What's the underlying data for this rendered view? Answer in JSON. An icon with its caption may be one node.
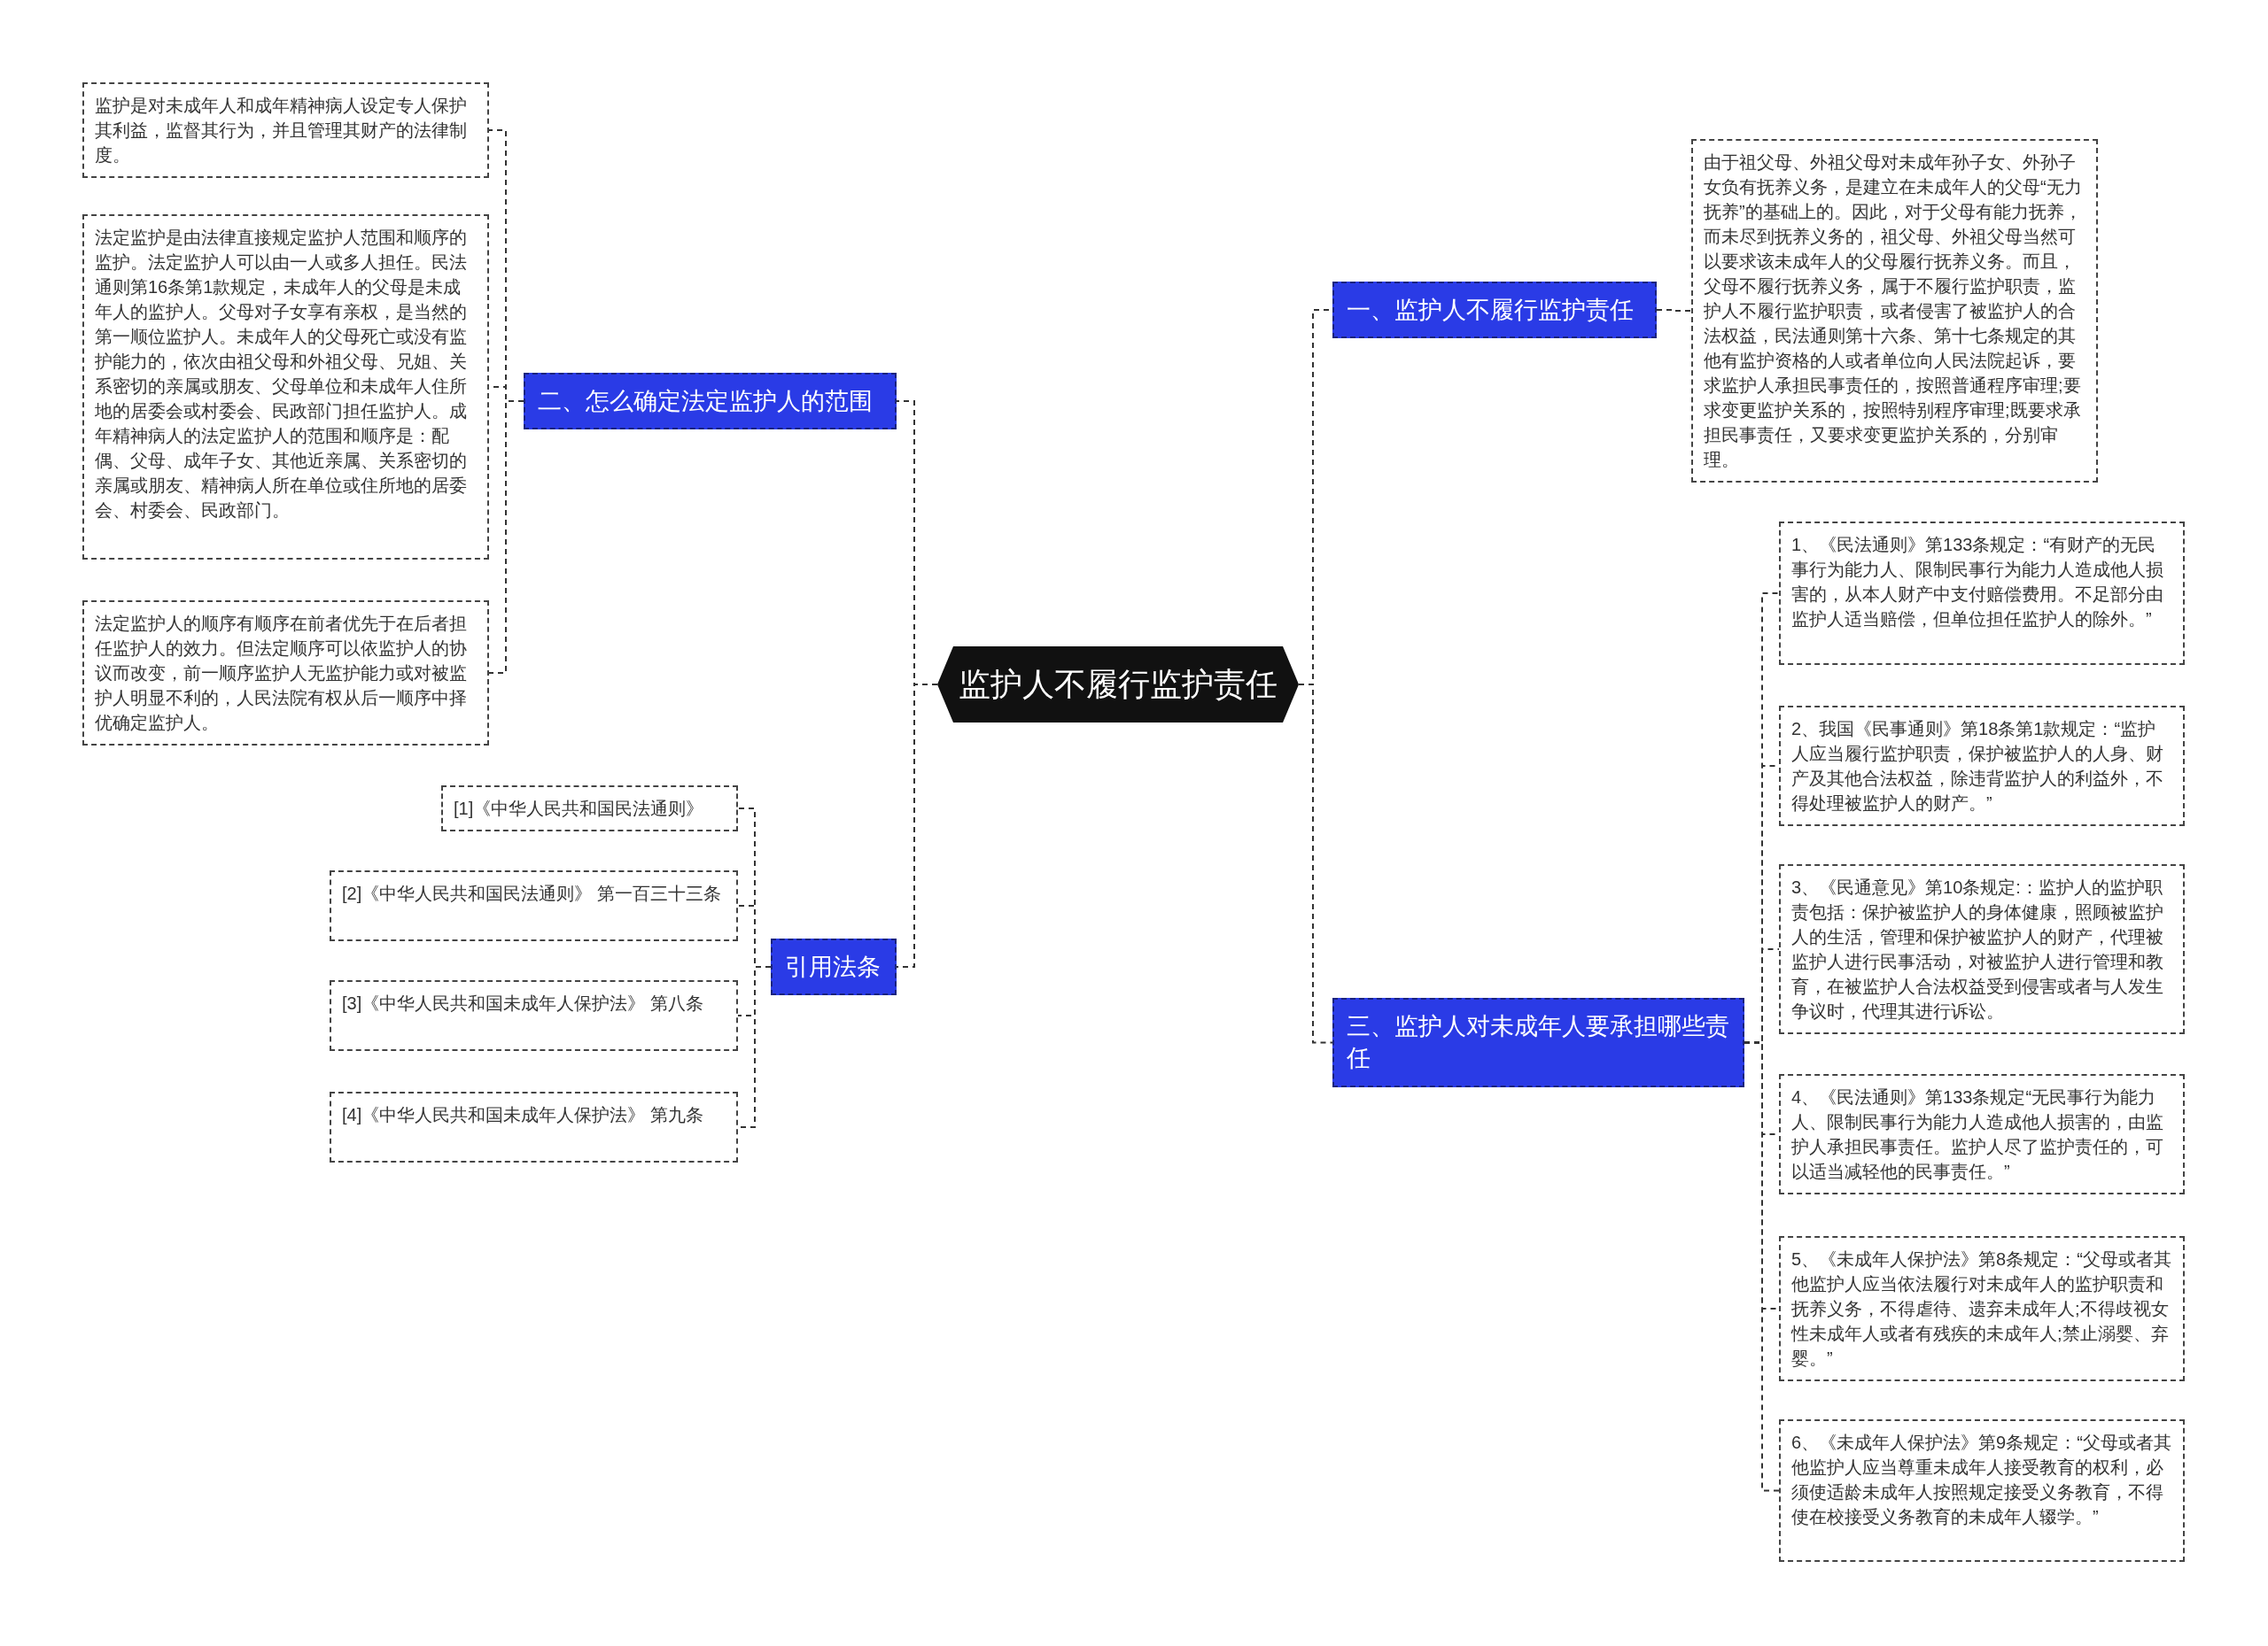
{
  "diagram": {
    "nodes": [
      {
        "text": [
          "监护人不履行监护责任"
        ]
      },
      {
        "text": [
          "一、监护人不履行监护责任"
        ]
      },
      {
        "text": [
          "由于祖父母、外祖父母对未成年孙子女、外孙子女负有抚养义务，是建立在未成年人的父母“无力抚养”的基础上的。因此，对于父母有能力抚养，而未尽到抚养义务的，祖父母、外祖父母当然可以要求该未成年人的父母履行抚养义务。而且，父母不履行抚养义务，属于不履行监护职责，监护人不履行监护职责，或者侵害了被监护人的合法权益，民法通则第十六条、第十七条规定的其他有监护资格的人或者单位向人民法院起诉，要求监护人承担民事责任的，按照普通程序审理;要求变更监护关系的，按照特别程序审理;既要求承担民事责任，又要求变更监护关系的，分别审理。"
        ]
      },
      {
        "text": [
          "三、监护人对未成年人要承担哪些责任"
        ]
      },
      {
        "text": [
          "1、《民法通则》第133条规定：“有财产的无民事行为能力人、限制民事行为能力人造成他人损害的，从本人财产中支付赔偿费用。不足部分由监护人适当赔偿，但单位担任监护人的除外。”"
        ]
      },
      {
        "text": [
          "2、我国《民事通则》第18条第1款规定：“监护人应当履行监护职责，保护被监护人的人身、财产及其他合法权益，除违背监护人的利益外，不得处理被监护人的财产。”"
        ]
      },
      {
        "text": [
          "3、《民通意见》第10条规定:：监护人的监护职责包括：保护被监护人的身体健康，照顾被监护人的生活，管理和保护被监护人的财产，代理被监护人进行民事活动，对被监护人进行管理和教育，在被监护人合法权益受到侵害或者与人发生争议时，代理其进行诉讼。"
        ]
      },
      {
        "text": [
          "4、《民法通则》第133条规定“无民事行为能力人、限制民事行为能力人造成他人损害的，由监护人承担民事责任。监护人尽了监护责任的，可以适当减轻他的民事责任。”"
        ]
      },
      {
        "text": [
          "5、《未成年人保护法》第8条规定：“父母或者其他监护人应当依法履行对未成年人的监护职责和抚养义务，不得虐待、遗弃未成年人;不得歧视女性未成年人或者有残疾的未成年人;禁止溺婴、弃婴。”"
        ]
      },
      {
        "text": [
          "6、《未成年人保护法》第9条规定：“父母或者其他监护人应当尊重未成年人接受教育的权利，必须使适龄未成年人按照规定接受义务教育，不得使在校接受义务教育的未成年人辍学。”"
        ]
      },
      {
        "text": [
          "二、怎么确定法定监护人的范围"
        ]
      },
      {
        "text": [
          "监护是对未成年人和成年精神病人设定专人保护其利益，监督其行为，并且管理其财产的法律制度。"
        ]
      },
      {
        "text": [
          "法定监护是由法律直接规定监护人范围和顺序的监护。法定监护人可以由一人或多人担任。民法通则第16条第1款规定，未成年人的父母是未成年人的监护人。父母对子女享有亲权，是当然的第一顺位监护人。未成年人的父母死亡或没有监护能力的，依次由祖父母和外祖父母、兄姐、关系密切的亲属或朋友、父母单位和未成年人住所地的居委会或村委会、民政部门担任监护人。成年精神病人的法定监护人的范围和顺序是：配偶、父母、成年子女、其他近亲属、关系密切的亲属或朋友、精神病人所在单位或住所地的居委会、村委会、民政部门。"
        ]
      },
      {
        "text": [
          "法定监护人的顺序有顺序在前者优先于在后者担任监护人的效力。但法定顺序可以依监护人的协议而改变，前一顺序监护人无监护能力或对被监护人明显不利的，人民法院有权从后一顺序中择优确定监护人。"
        ]
      },
      {
        "text": [
          "引用法条"
        ]
      },
      {
        "text": [
          "[1]《中华人民共和国民法通则》"
        ]
      },
      {
        "text": [
          "[2]《中华人民共和国民法通则》 第一百三十三条"
        ]
      },
      {
        "text": [
          "[3]《中华人民共和国未成年人保护法》 第八条"
        ]
      },
      {
        "text": [
          "[4]《中华人民共和国未成年人保护法》 第九条"
        ]
      }
    ],
    "edges": [
      {
        "from": 0,
        "to": 1,
        "arrow": "none"
      },
      {
        "from": 1,
        "to": 2,
        "arrow": "none"
      },
      {
        "from": 0,
        "to": 3,
        "arrow": "none"
      },
      {
        "from": 3,
        "to": 4,
        "arrow": "none"
      },
      {
        "from": 3,
        "to": 5,
        "arrow": "none"
      },
      {
        "from": 3,
        "to": 6,
        "arrow": "none"
      },
      {
        "from": 3,
        "to": 7,
        "arrow": "none"
      },
      {
        "from": 3,
        "to": 8,
        "arrow": "none"
      },
      {
        "from": 3,
        "to": 9,
        "arrow": "none"
      },
      {
        "from": 0,
        "to": 10,
        "arrow": "none"
      },
      {
        "from": 10,
        "to": 11,
        "arrow": "none"
      },
      {
        "from": 10,
        "to": 12,
        "arrow": "none"
      },
      {
        "from": 10,
        "to": 13,
        "arrow": "none"
      },
      {
        "from": 0,
        "to": 14,
        "arrow": "none"
      },
      {
        "from": 14,
        "to": 15,
        "arrow": "none"
      },
      {
        "from": 14,
        "to": 16,
        "arrow": "none"
      },
      {
        "from": 14,
        "to": 17,
        "arrow": "none"
      },
      {
        "from": 14,
        "to": 18,
        "arrow": "none"
      }
    ]
  }
}
